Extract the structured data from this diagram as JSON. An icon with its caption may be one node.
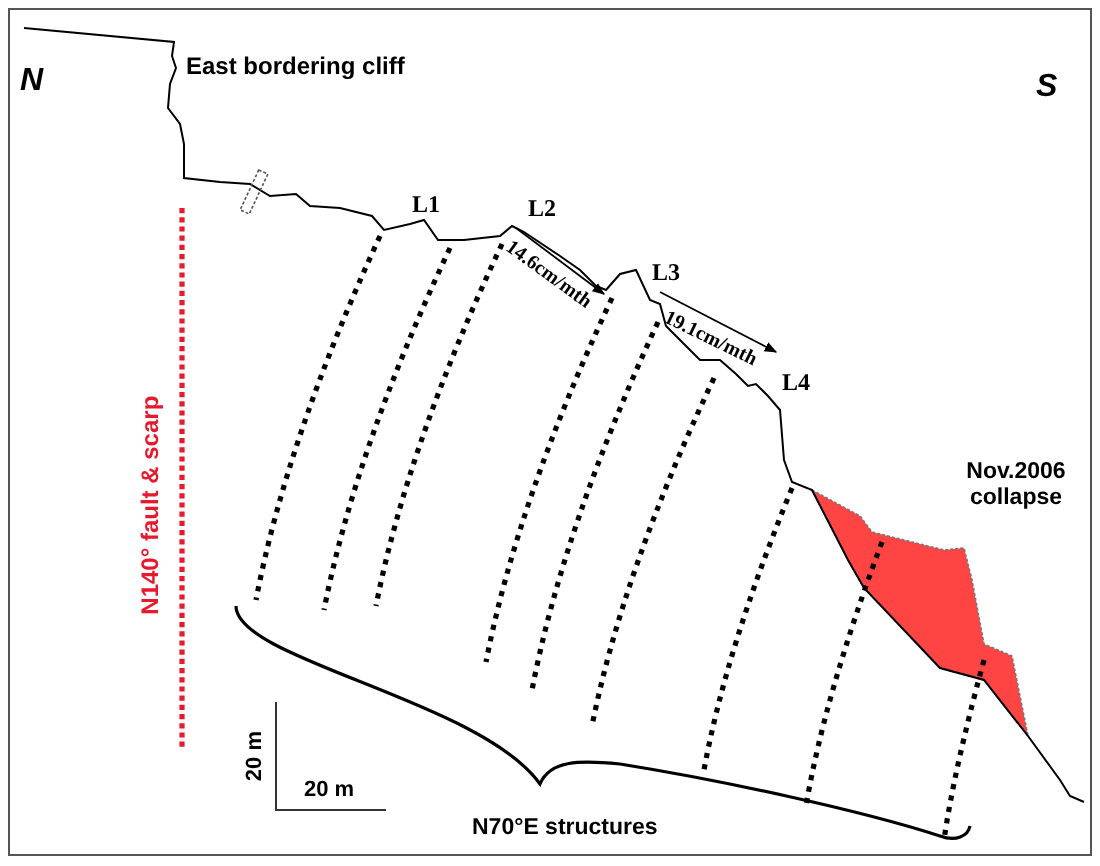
{
  "diagram": {
    "labels": [
      "N",
      "East bordering cliff",
      "S",
      "L1",
      "L2",
      "14.6cm/mth",
      "L3",
      "19.1cm/mth",
      "L4",
      "N140° fault & scarp",
      "Nov.2006 collapse",
      "20 m",
      "20 m",
      "N70°E structures"
    ]
  }
}
